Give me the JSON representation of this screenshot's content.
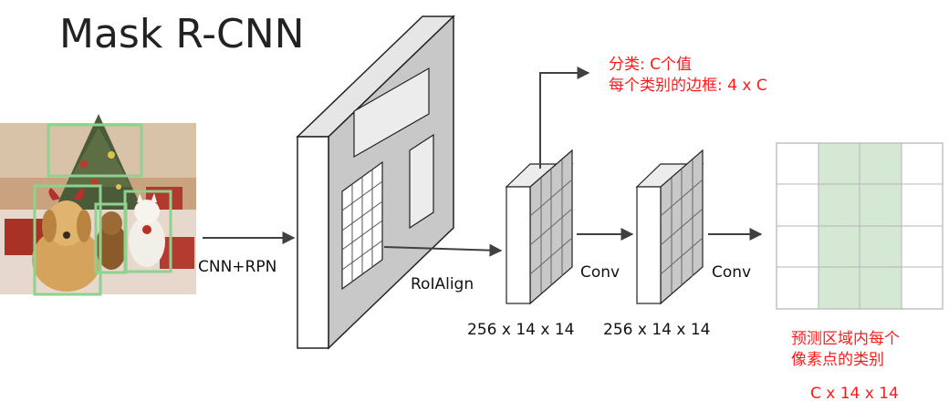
{
  "title": "Mask R-CNN",
  "labels": {
    "cnn_rpn": "CNN+RPN",
    "roi_align": "RoIAlign",
    "conv1": "Conv",
    "conv2": "Conv",
    "dim1": "256 x 14 x 14",
    "dim2": "256 x 14 x 14",
    "cls_line1": "分类: C个值",
    "cls_line2": "每个类别的边框: 4 x C",
    "mask_line1": "预测区域内每个",
    "mask_line2": "像素点的类别",
    "mask_dim": "C x 14 x 14"
  },
  "colors": {
    "red": "#ff1a1a",
    "arrow": "#404040",
    "detection_box": "#8fd18f",
    "mask_fill": "#d5e8d4",
    "panel_gray": "#c8c8c8"
  }
}
